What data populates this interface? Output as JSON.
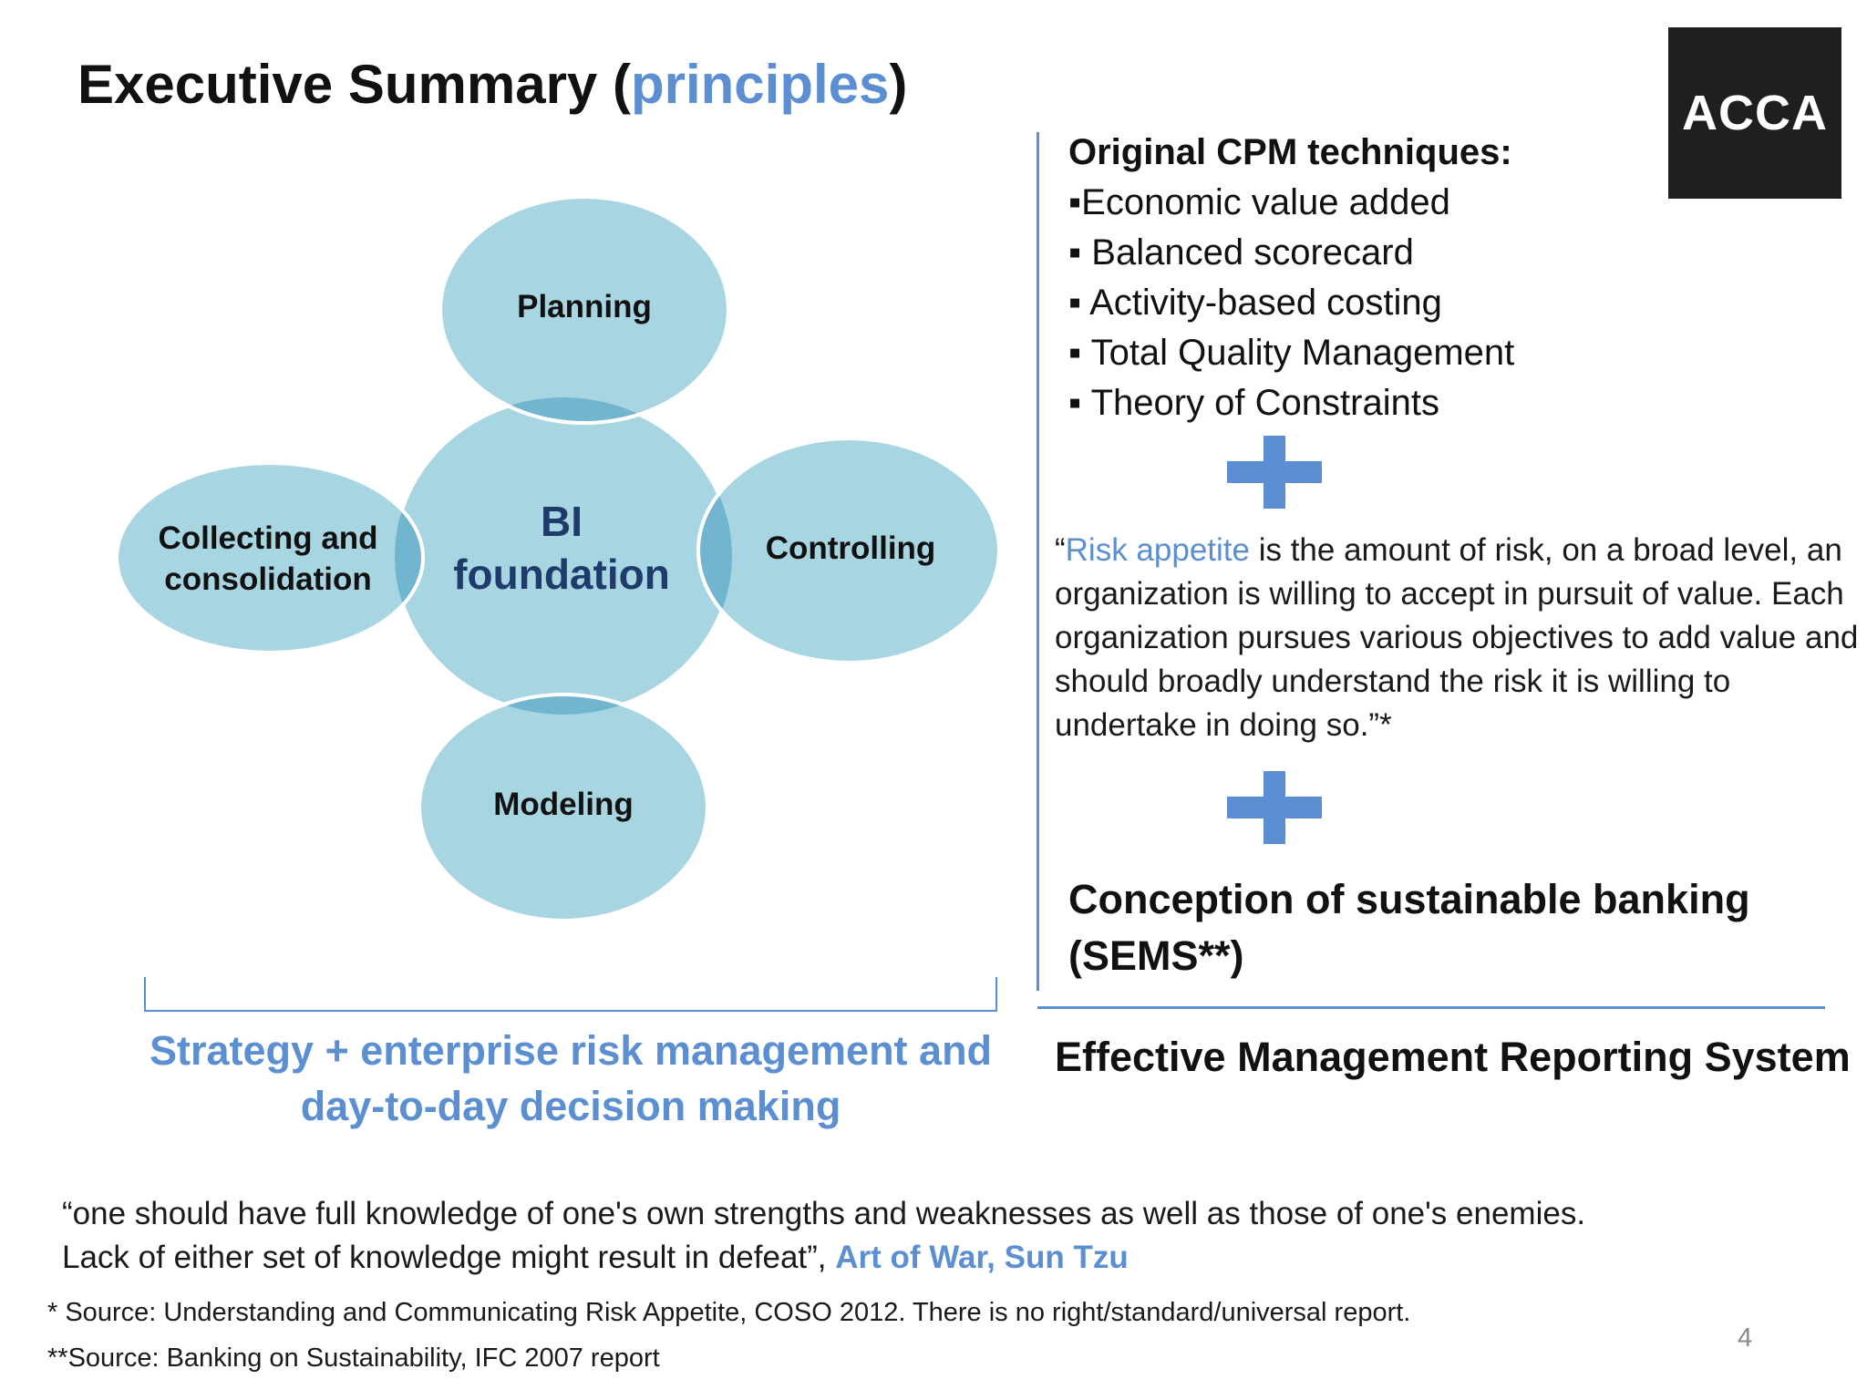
{
  "title": {
    "main": "Executive Summary (",
    "highlight": "principles",
    "close": ")"
  },
  "logo": {
    "text": "ACCA"
  },
  "diagram": {
    "center": [
      "BI",
      "foundation"
    ],
    "planning": "Planning",
    "collecting": [
      "Collecting and",
      "consolidation"
    ],
    "controlling": "Controlling",
    "modeling": "Modeling"
  },
  "strategy_caption": [
    "Strategy + enterprise risk management and",
    "day-to-day decision making"
  ],
  "cpm": {
    "heading": "Original CPM techniques:",
    "items": [
      "▪Economic value added",
      "▪ Balanced scorecard",
      "▪ Activity-based costing",
      "▪ Total Quality Management",
      "▪ Theory of Constraints"
    ]
  },
  "risk": {
    "open_quote": "“",
    "term": "Risk appetite",
    "body": " is the amount of risk, on a broad level, an organization is willing to accept in pursuit of value. Each organization pursues various objectives to add value and should broadly understand the risk it is willing to undertake in doing so.”*"
  },
  "sems": [
    "Conception of sustainable banking",
    "(SEMS**)"
  ],
  "emrs": "Effective Management Reporting System",
  "quote": {
    "line1": "“one should have full knowledge of one's own strengths and weaknesses as well as those of one's enemies.",
    "line2": "Lack of either set of knowledge might result in defeat”, ",
    "attribution": "Art of War, Sun Tzu"
  },
  "sources": [
    "* Source: Understanding and Communicating Risk Appetite, COSO 2012. There is no right/standard/universal report.",
    "**Source: Banking on Sustainability, IFC 2007 report"
  ],
  "page_number": "4",
  "colors": {
    "accent": "#5b8fd1",
    "ellipse_fill": "#a8d5e2",
    "overlap_fill": "#72b5cf",
    "center_text": "#1f3b6b",
    "logo_bg": "#1f1f1f"
  }
}
